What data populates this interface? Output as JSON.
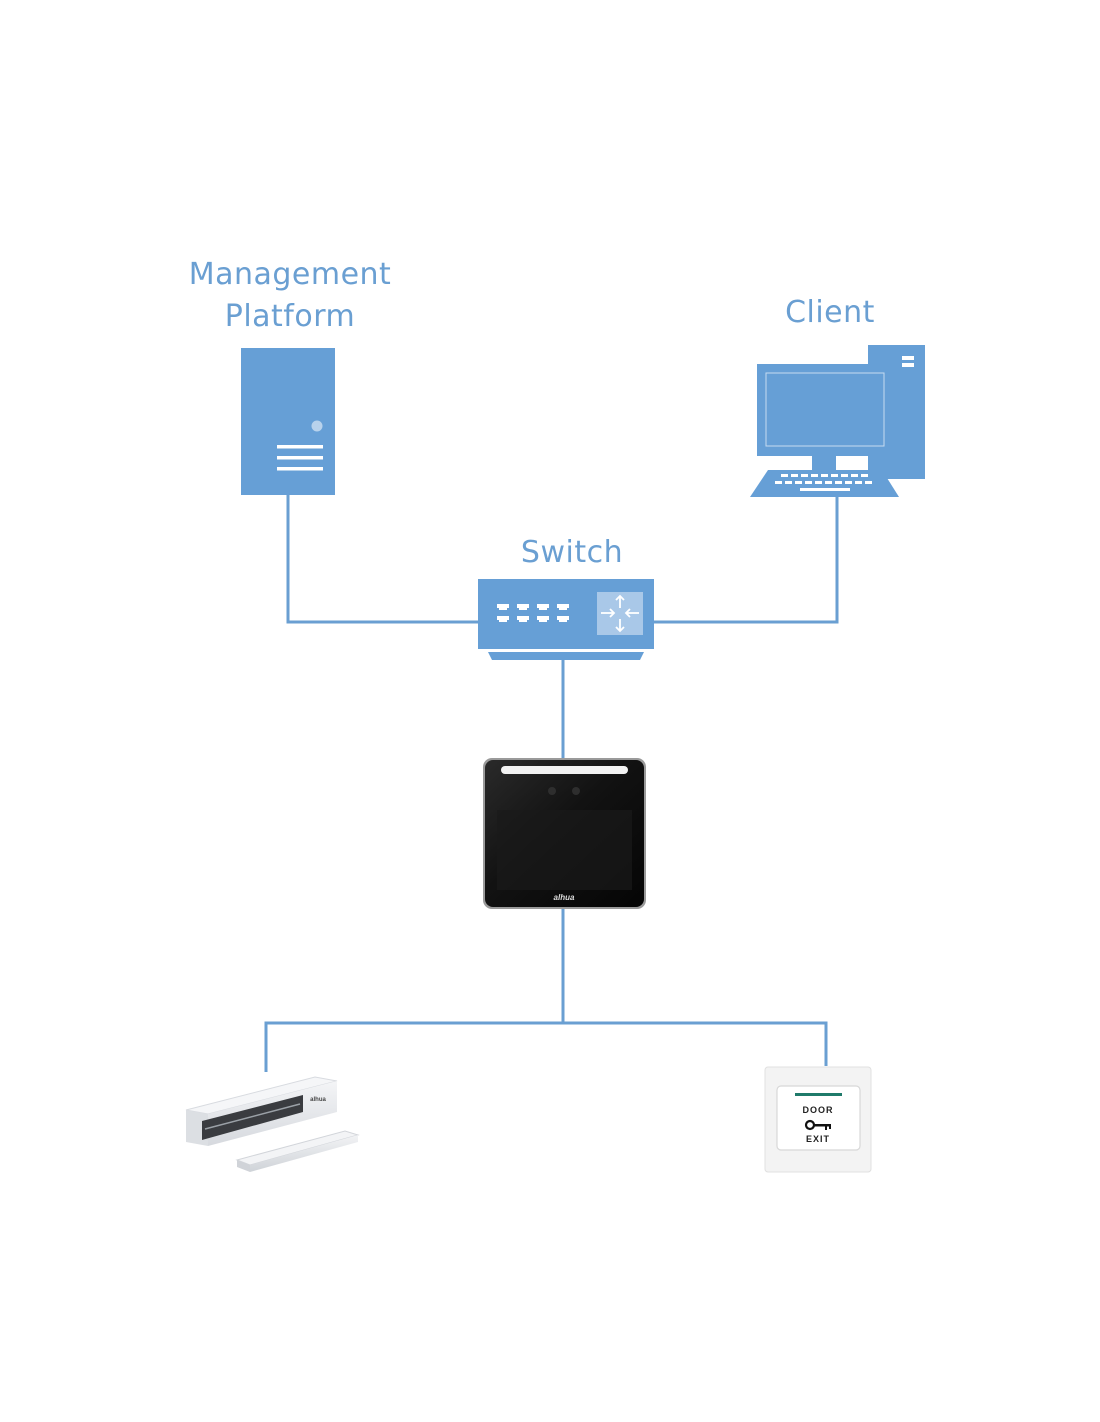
{
  "diagram": {
    "type": "network-topology",
    "colors": {
      "icon_blue": "#669fd6",
      "label_blue": "#6a9fd2",
      "line_blue": "#6a9fd2",
      "device_black": "#0b0b0b",
      "exit_button_stripe": "#1f7a6a"
    },
    "nodes": {
      "management_platform": {
        "label_line1": "Management",
        "label_line2": "Platform",
        "icon": "server-icon"
      },
      "client": {
        "label": "Client",
        "icon": "desktop-computer-icon"
      },
      "switch": {
        "label": "Switch",
        "icon": "network-switch-icon"
      },
      "access_controller": {
        "label": "",
        "icon": "face-recognition-terminal-icon",
        "brand": "alhua"
      },
      "lock": {
        "label": "",
        "icon": "magnetic-lock-icon",
        "brand": "alhua"
      },
      "exit_button": {
        "label": "",
        "icon": "exit-button-icon",
        "text_top": "DOOR",
        "text_bottom": "EXIT"
      }
    },
    "edges": [
      {
        "from": "management_platform",
        "to": "switch"
      },
      {
        "from": "client",
        "to": "switch"
      },
      {
        "from": "switch",
        "to": "access_controller"
      },
      {
        "from": "access_controller",
        "to": "lock"
      },
      {
        "from": "access_controller",
        "to": "exit_button"
      }
    ]
  }
}
